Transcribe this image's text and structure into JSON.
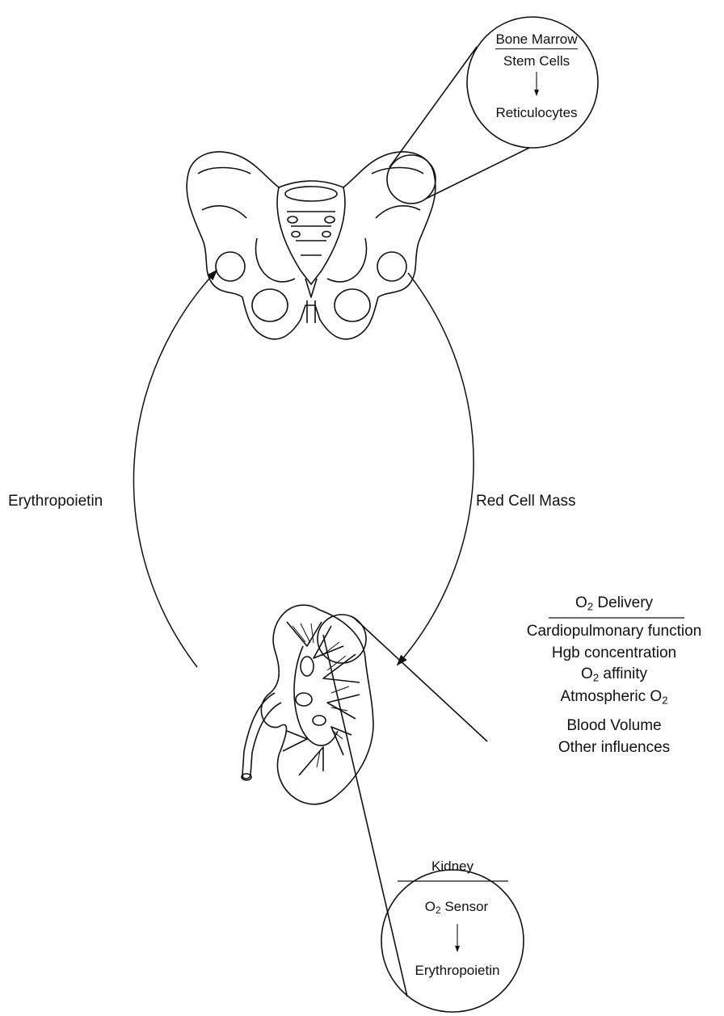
{
  "cycle": {
    "left_label": "Erythropoietin",
    "right_label": "Red Cell Mass"
  },
  "bone_marrow_callout": {
    "title": "Bone Marrow",
    "line1": "Stem Cells",
    "line2": "Reticulocytes"
  },
  "o2_delivery": {
    "title_prefix": "O",
    "title_sub": "2",
    "title_suffix": " Delivery",
    "item1": "Cardiopulmonary function",
    "item2": "Hgb concentration",
    "item3_prefix": "O",
    "item3_sub": "2",
    "item3_suffix": " affinity",
    "item4_prefix": "Atmospheric O",
    "item4_sub": "2",
    "item5": "Blood Volume",
    "item6": "Other influences"
  },
  "kidney_callout": {
    "title": "Kidney",
    "line1_prefix": "O",
    "line1_sub": "2",
    "line1_suffix": " Sensor",
    "line2": "Erythropoietin"
  },
  "illustrations": {
    "top": "pelvis",
    "bottom": "kidney"
  }
}
